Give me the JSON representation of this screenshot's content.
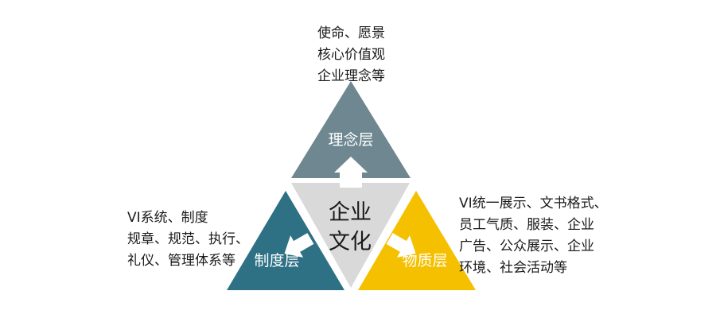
{
  "center": {
    "line1": "企业",
    "line2": "文化"
  },
  "layers": {
    "top": {
      "label": "理念层",
      "color": "#6e8790",
      "description": [
        "使命、愿景",
        "核心价值观",
        "企业理念等"
      ]
    },
    "left": {
      "label": "制度层",
      "color": "#2e7185",
      "description": [
        "VI系统、制度",
        "规章、规范、执行、",
        "礼仪、管理体系等"
      ]
    },
    "right": {
      "label": "物质层",
      "color": "#f5c000",
      "description": [
        "VI统一展示、文书格式、",
        "员工气质、服装、企业",
        "广告、公众展示、企业",
        "环境、社会活动等"
      ]
    }
  },
  "center_color": "#d9d9d9"
}
